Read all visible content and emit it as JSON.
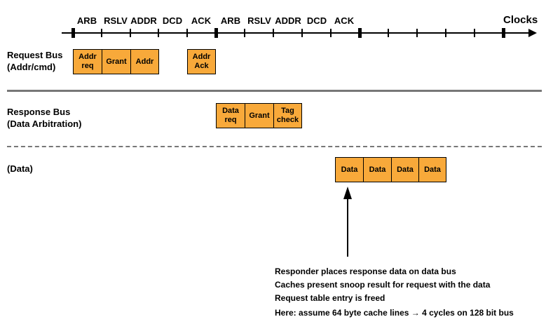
{
  "timeline": {
    "phases": [
      "ARB",
      "RSLV",
      "ADDR",
      "DCD",
      "ACK",
      "ARB",
      "RSLV",
      "ADDR",
      "DCD",
      "ACK"
    ],
    "clocks_label": "Clocks"
  },
  "rows": {
    "request_bus": {
      "label_line1": "Request Bus",
      "label_line2": "(Addr/cmd)",
      "boxes": [
        {
          "line1": "Addr",
          "line2": "req"
        },
        {
          "line1": "Grant",
          "line2": ""
        },
        {
          "line1": "Addr",
          "line2": ""
        },
        {
          "line1": "Addr",
          "line2": "Ack"
        }
      ]
    },
    "response_bus": {
      "label_line1": "Response Bus",
      "label_line2": "(Data Arbitration)",
      "boxes": [
        {
          "line1": "Data",
          "line2": "req"
        },
        {
          "line1": "Grant",
          "line2": ""
        },
        {
          "line1": "Tag",
          "line2": "check"
        }
      ]
    },
    "data_bus": {
      "label_line1": "(Data)",
      "boxes": [
        {
          "line1": "Data"
        },
        {
          "line1": "Data"
        },
        {
          "line1": "Data"
        },
        {
          "line1": "Data"
        }
      ]
    }
  },
  "notes": [
    "Responder places response data on data bus",
    "Caches present snoop result for request with the data",
    "Request table entry is freed",
    "Here: assume 64 byte cache lines → 4 cycles on 128 bit bus"
  ],
  "colors": {
    "box_fill": "#f8a93a",
    "separator": "#777777"
  }
}
